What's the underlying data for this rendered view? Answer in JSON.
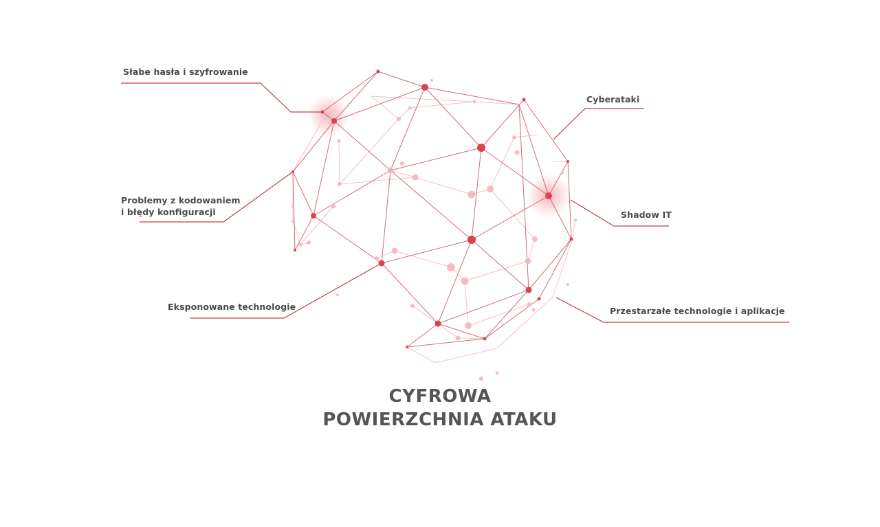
{
  "diagram": {
    "title_line1": "CYFROWA",
    "title_line2": "POWIERZCHNIA ATAKU",
    "colors": {
      "text": "#4a4a4a",
      "title": "#555555",
      "leader_line": "#c0404a",
      "node_strong": "#d9434f",
      "node_light": "#f5b6bd",
      "edge": "#c24a55"
    },
    "labels": [
      {
        "id": "weak-passwords",
        "text": "Słabe hasła i szyfrowanie"
      },
      {
        "id": "coding-problems-1",
        "text": "Problemy z kodowaniem"
      },
      {
        "id": "coding-problems-2",
        "text": "i błędy konfiguracji"
      },
      {
        "id": "exposed-tech",
        "text": "Eksponowane technologie"
      },
      {
        "id": "cyberattacks",
        "text": "Cyberataki"
      },
      {
        "id": "shadow-it",
        "text": "Shadow IT"
      },
      {
        "id": "outdated-tech",
        "text": "Przestarzałe technologie i aplikacje"
      }
    ]
  }
}
